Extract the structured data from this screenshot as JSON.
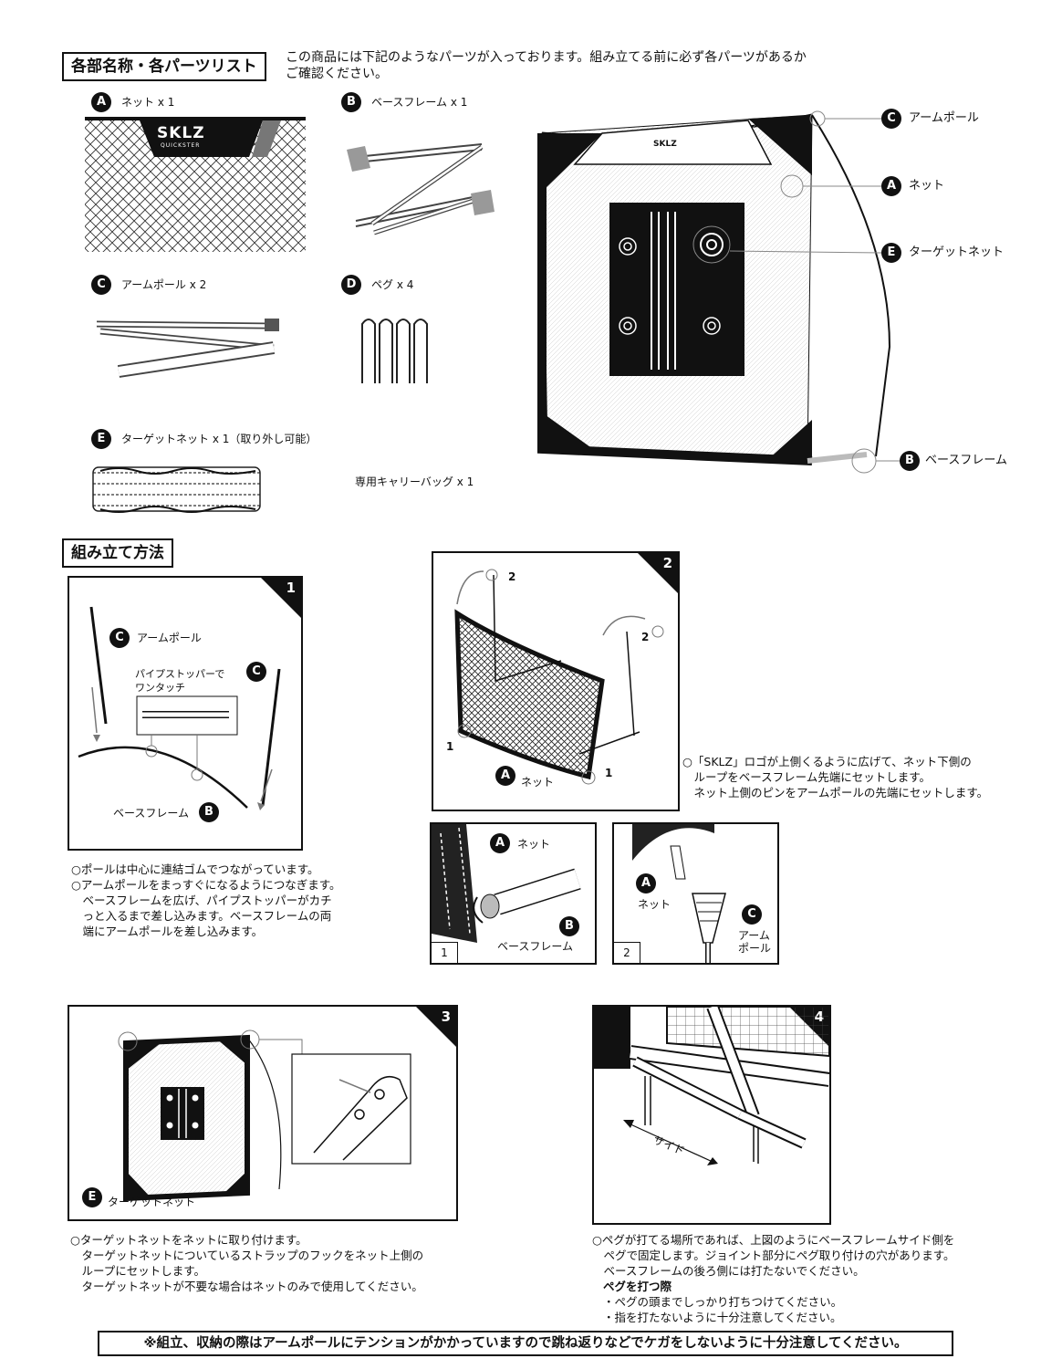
{
  "parts_section": {
    "header": "各部名称・各パーツリスト",
    "intro_line1": "この商品には下記のようなパーツが入っております。組み立てる前に必ず各パーツがあるか",
    "intro_line2": "ご確認ください。",
    "parts": [
      {
        "letter": "A",
        "label": "ネット x 1"
      },
      {
        "letter": "B",
        "label": "ベースフレーム x 1"
      },
      {
        "letter": "C",
        "label": "アームポール x 2"
      },
      {
        "letter": "D",
        "label": "ペグ x 4"
      },
      {
        "letter": "E",
        "label": "ターゲットネット x 1（取り外し可能）"
      }
    ],
    "carry_bag": "専用キャリーバッグ x 1",
    "logo_text": "SKLZ",
    "logo_sub": "QUICKSTER",
    "diagram_labels": [
      {
        "letter": "C",
        "label": "アームポール"
      },
      {
        "letter": "A",
        "label": "ネット"
      },
      {
        "letter": "E",
        "label": "ターゲットネット"
      },
      {
        "letter": "B",
        "label": "ベースフレーム"
      }
    ]
  },
  "assembly_section": {
    "header": "組み立て方法",
    "step1": {
      "number": "1",
      "label_arm": "アームポール",
      "label_stopper_1": "パイプストッパーで",
      "label_stopper_2": "ワンタッチ",
      "label_base": "ベースフレーム",
      "letter_c": "C",
      "letter_b": "B",
      "notes": "○ポールは中心に連結ゴムでつながっています。\n○アームポールをまっすぐになるようにつなぎます。\n　ベースフレームを広げ、パイプストッパーがカチ\n　っと入るまで差し込みます。ベースフレームの両\n　端にアームポールを差し込みます。"
    },
    "step2": {
      "number": "2",
      "mark_1": "1",
      "mark_2": "2",
      "label_net": "ネット",
      "letter_a": "A",
      "notes": "○「SKLZ」ロゴが上側くるように広げて、ネット下側の\n　ループをベースフレーム先端にセットします。\n　ネット上側のピンをアームポールの先端にセットします。",
      "sub1": {
        "number": "1",
        "label_net": "ネット",
        "label_base": "ベースフレーム",
        "letter_a": "A",
        "letter_b": "B"
      },
      "sub2": {
        "number": "2",
        "label_net": "ネット",
        "label_arm_1": "アーム",
        "label_arm_2": "ポール",
        "letter_a": "A",
        "letter_c": "C"
      }
    },
    "step3": {
      "number": "3",
      "letter_e": "E",
      "label_target": "ターゲットネット",
      "notes": "○ターゲットネットをネットに取り付けます。\n　ターゲットネットについているストラップのフックをネット上側の\n　ループにセットします。\n　ターゲットネットが不要な場合はネットのみで使用してください。"
    },
    "step4": {
      "number": "4",
      "label_side": "サイド",
      "notes_1": "○ペグが打てる場所であれば、上図のようにベースフレームサイド側を\n　ペグで固定します。ジョイント部分にペグ取り付けの穴があります。\n　ベースフレームの後ろ側には打たないでください。",
      "notes_title": "ペグを打つ際",
      "notes_2": "・ペグの頭までしっかり打ちつけてください。\n・指を打たないように十分注意してください。"
    }
  },
  "warning": "※組立、収納の際はアームポールにテンションがかかっていますので跳ね返りなどでケガをしないように十分注意してください。"
}
